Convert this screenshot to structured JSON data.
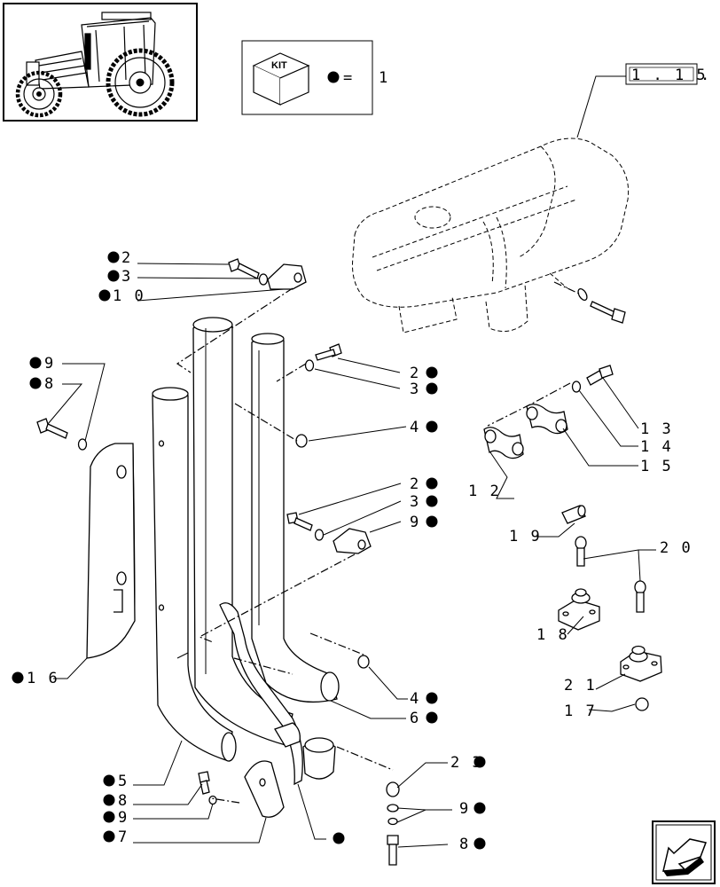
{
  "kit_box": {
    "kit_text": "KIT",
    "equals": "=",
    "qty": "1"
  },
  "reference": "1 . 1 5",
  "reference_suffix": ".",
  "callouts": [
    {
      "id": "c2a",
      "text": "2",
      "dot": "left"
    },
    {
      "id": "c3a",
      "text": "3",
      "dot": "left"
    },
    {
      "id": "c10",
      "text": "1 0",
      "dot": "left"
    },
    {
      "id": "c9a",
      "text": "9",
      "dot": "left"
    },
    {
      "id": "c8a",
      "text": "8",
      "dot": "left"
    },
    {
      "id": "c2b",
      "text": "2",
      "dot": "right"
    },
    {
      "id": "c3b",
      "text": "3",
      "dot": "right"
    },
    {
      "id": "c4a",
      "text": "4",
      "dot": "right"
    },
    {
      "id": "c2c",
      "text": "2",
      "dot": "right"
    },
    {
      "id": "c3c",
      "text": "3",
      "dot": "right"
    },
    {
      "id": "c9b",
      "text": "9",
      "dot": "right"
    },
    {
      "id": "c13",
      "text": "1 3",
      "dot": "none"
    },
    {
      "id": "c14",
      "text": "1 4",
      "dot": "none"
    },
    {
      "id": "c15",
      "text": "1 5",
      "dot": "none"
    },
    {
      "id": "c12",
      "text": "1 2",
      "dot": "none"
    },
    {
      "id": "c19",
      "text": "1 9",
      "dot": "none"
    },
    {
      "id": "c20",
      "text": "2 0",
      "dot": "none"
    },
    {
      "id": "c18",
      "text": "1 8",
      "dot": "none"
    },
    {
      "id": "c21",
      "text": "2 1",
      "dot": "none"
    },
    {
      "id": "c17",
      "text": "1 7",
      "dot": "none"
    },
    {
      "id": "c16",
      "text": "1 6",
      "dot": "left"
    },
    {
      "id": "c4b",
      "text": "4",
      "dot": "right"
    },
    {
      "id": "c6",
      "text": "6",
      "dot": "right"
    },
    {
      "id": "c5",
      "text": "5",
      "dot": "left"
    },
    {
      "id": "c8b",
      "text": "8",
      "dot": "left"
    },
    {
      "id": "c9c",
      "text": "9",
      "dot": "left"
    },
    {
      "id": "c7",
      "text": "7",
      "dot": "left"
    },
    {
      "id": "cblank",
      "text": "",
      "dot": "right"
    },
    {
      "id": "c23",
      "text": "2 3",
      "dot": "right"
    },
    {
      "id": "c9d",
      "text": "9",
      "dot": "right"
    },
    {
      "id": "c8c",
      "text": "8",
      "dot": "right"
    }
  ]
}
